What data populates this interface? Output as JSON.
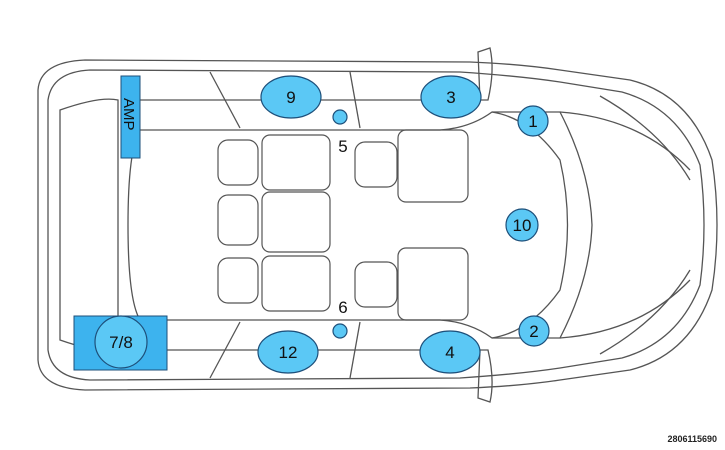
{
  "diagram": {
    "amp": {
      "label": "AMP"
    },
    "speakers": [
      {
        "id": "s9",
        "label": "9"
      },
      {
        "id": "s3",
        "label": "3"
      },
      {
        "id": "s1",
        "label": "1"
      },
      {
        "id": "s10",
        "label": "10"
      },
      {
        "id": "s2",
        "label": "2"
      },
      {
        "id": "s4",
        "label": "4"
      },
      {
        "id": "s12",
        "label": "12"
      },
      {
        "id": "s78",
        "label": "7/8"
      }
    ],
    "tweeters": [
      {
        "id": "t5",
        "label": "5"
      },
      {
        "id": "t6",
        "label": "6"
      }
    ],
    "colors": {
      "speaker_fill": "#5bc8f5",
      "speaker_stroke": "#1d4f7a",
      "amp_fill": "#3db3ee",
      "body_stroke": "#555555"
    },
    "reference_code": "2806115690"
  }
}
